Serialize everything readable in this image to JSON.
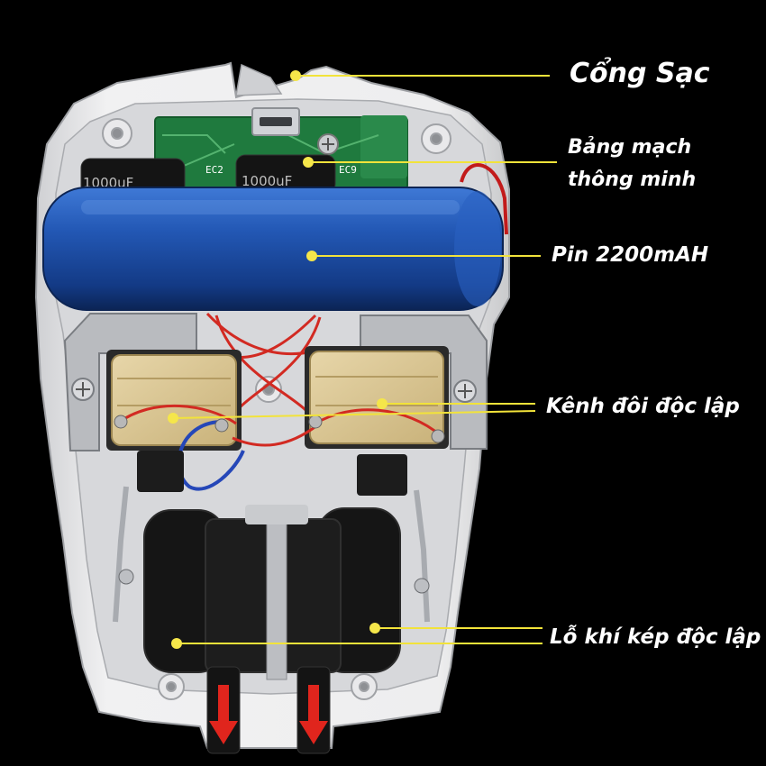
{
  "labels": {
    "charging_port": "Cổng Sạc",
    "smart_board_line1": "Bảng mạch",
    "smart_board_line2": "thông minh",
    "battery": "Pin 2200mAH",
    "dual_channel": "Kênh đôi độc lập",
    "dual_air_outlet": "Lỗ khí kép độc lập"
  },
  "capacitor_text": "1000uF",
  "board_marks": [
    "EC2",
    "EC9"
  ],
  "colors": {
    "background": "#000000",
    "callout_line": "#f2e33a",
    "callout_dot": "#f5e64a",
    "label_text": "#ffffff",
    "battery_blue": "#1d4fa8",
    "casing": "#e8e8ea",
    "arrow_red": "#e0251d"
  }
}
